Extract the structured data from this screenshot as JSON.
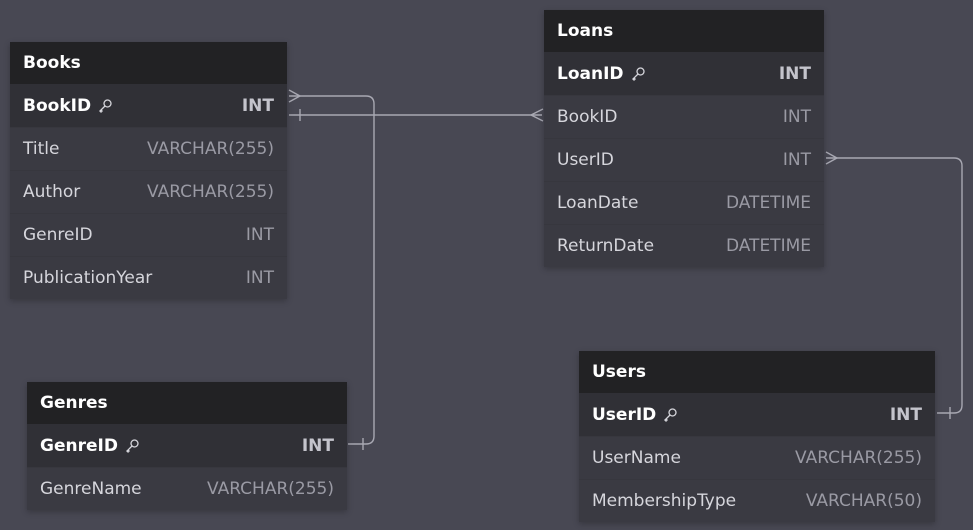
{
  "tables": {
    "books": {
      "name": "Books",
      "columns": [
        {
          "name": "BookID",
          "type": "INT",
          "pk": true,
          "icon": "key-icon"
        },
        {
          "name": "Title",
          "type": "VARCHAR(255)"
        },
        {
          "name": "Author",
          "type": "VARCHAR(255)"
        },
        {
          "name": "GenreID",
          "type": "INT"
        },
        {
          "name": "PublicationYear",
          "type": "INT"
        }
      ]
    },
    "loans": {
      "name": "Loans",
      "columns": [
        {
          "name": "LoanID",
          "type": "INT",
          "pk": true,
          "icon": "key-icon"
        },
        {
          "name": "BookID",
          "type": "INT"
        },
        {
          "name": "UserID",
          "type": "INT"
        },
        {
          "name": "LoanDate",
          "type": "DATETIME"
        },
        {
          "name": "ReturnDate",
          "type": "DATETIME"
        }
      ]
    },
    "genres": {
      "name": "Genres",
      "columns": [
        {
          "name": "GenreID",
          "type": "INT",
          "pk": true,
          "icon": "key-icon"
        },
        {
          "name": "GenreName",
          "type": "VARCHAR(255)"
        }
      ]
    },
    "users": {
      "name": "Users",
      "columns": [
        {
          "name": "UserID",
          "type": "INT",
          "pk": true,
          "icon": "key-icon"
        },
        {
          "name": "UserName",
          "type": "VARCHAR(255)"
        },
        {
          "name": "MembershipType",
          "type": "VARCHAR(50)"
        }
      ]
    }
  },
  "colors": {
    "background": "#484853",
    "header": "#222224",
    "body": "#3a3a42",
    "connector": "#a8a8b2"
  }
}
